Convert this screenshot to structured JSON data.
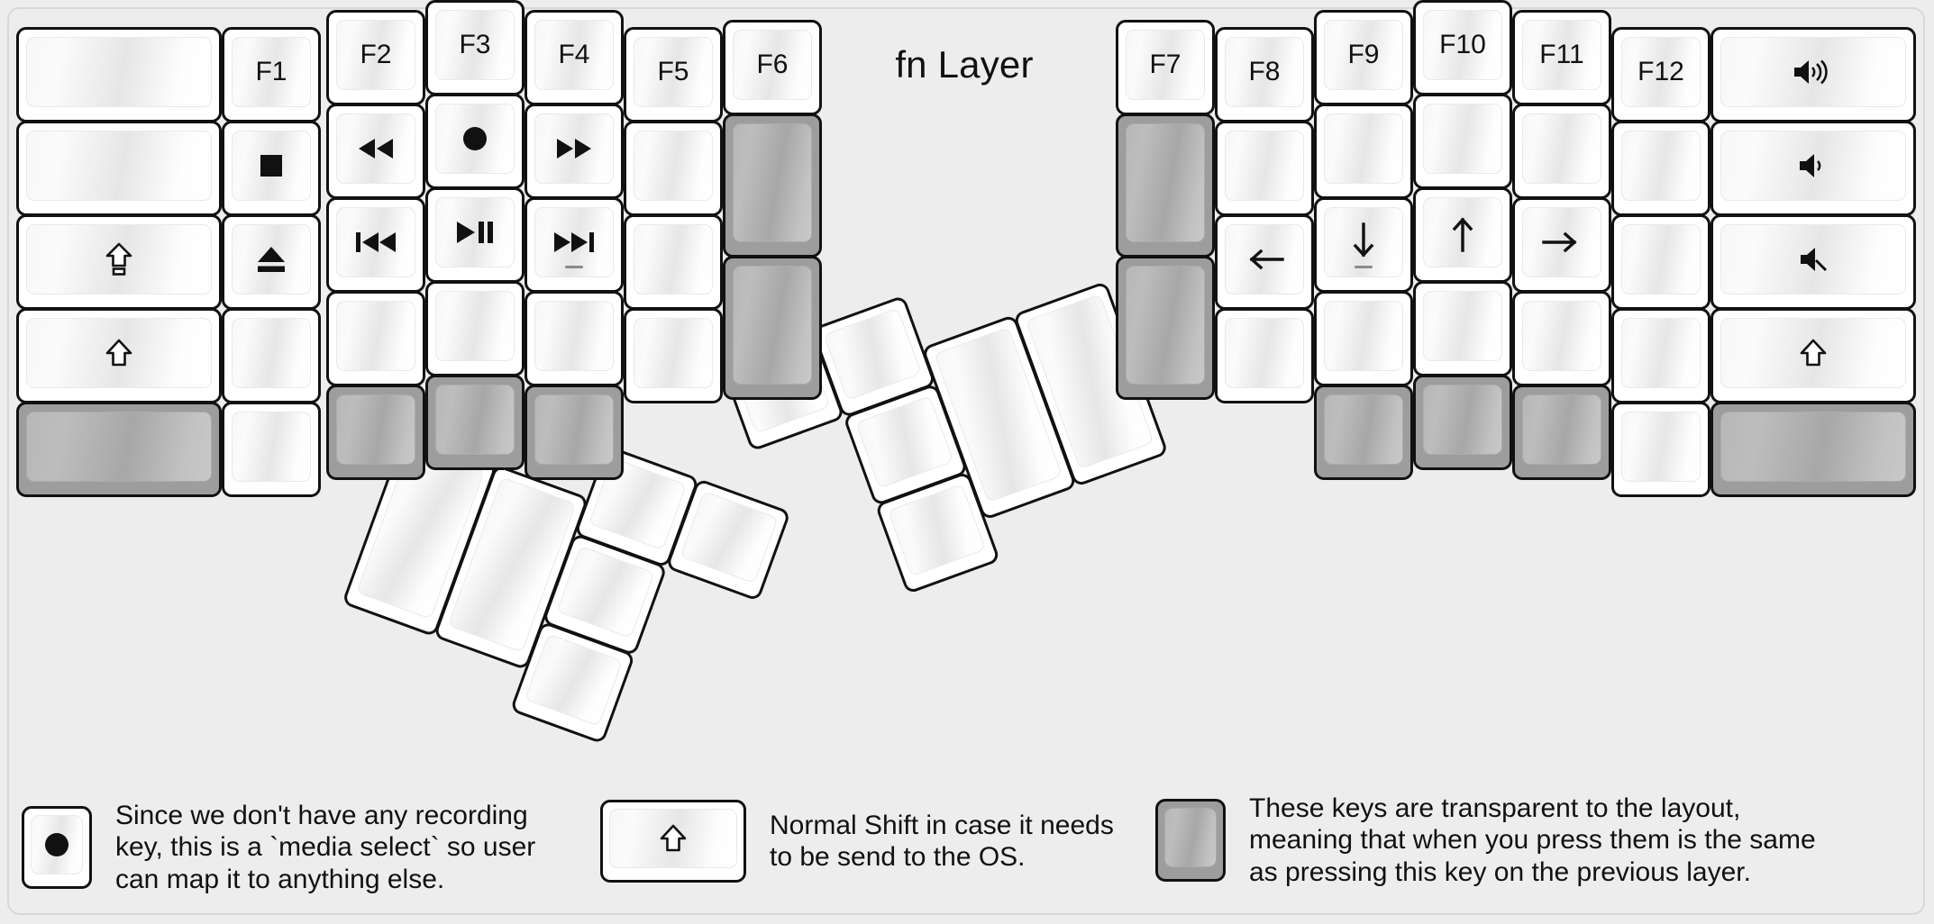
{
  "title": "fn Layer",
  "colors": {
    "background": "#ededed",
    "keycap_white": "#ffffff",
    "keycap_transparent": "#9d9d9d",
    "outline": "#111111",
    "text": "#111111"
  },
  "left_half": {
    "columns": [
      {
        "name": "pinky-outer",
        "keys": [
          {
            "label": "",
            "icon": "",
            "type": "normal"
          },
          {
            "label": "",
            "icon": "",
            "type": "normal"
          },
          {
            "label": "",
            "icon": "shift-lock-icon",
            "type": "normal"
          },
          {
            "label": "",
            "icon": "shift-icon",
            "type": "normal"
          },
          {
            "label": "",
            "icon": "",
            "type": "transparent"
          }
        ]
      },
      {
        "name": "pinky",
        "keys": [
          {
            "label": "F1",
            "icon": "",
            "type": "normal"
          },
          {
            "label": "",
            "icon": "stop-icon",
            "type": "normal"
          },
          {
            "label": "",
            "icon": "eject-icon",
            "type": "normal"
          },
          {
            "label": "",
            "icon": "",
            "type": "normal"
          },
          {
            "label": "",
            "icon": "",
            "type": "normal"
          }
        ]
      },
      {
        "name": "ring",
        "keys": [
          {
            "label": "F2",
            "icon": "",
            "type": "normal"
          },
          {
            "label": "",
            "icon": "rewind-icon",
            "type": "normal"
          },
          {
            "label": "",
            "icon": "previous-track-icon",
            "type": "normal"
          },
          {
            "label": "",
            "icon": "",
            "type": "normal"
          },
          {
            "label": "",
            "icon": "",
            "type": "transparent"
          }
        ]
      },
      {
        "name": "middle",
        "keys": [
          {
            "label": "F3",
            "icon": "",
            "type": "normal"
          },
          {
            "label": "",
            "icon": "record-icon",
            "type": "normal"
          },
          {
            "label": "",
            "icon": "play-pause-icon",
            "type": "normal"
          },
          {
            "label": "",
            "icon": "",
            "type": "normal"
          },
          {
            "label": "",
            "icon": "",
            "type": "transparent"
          }
        ]
      },
      {
        "name": "index",
        "keys": [
          {
            "label": "F4",
            "icon": "",
            "type": "normal"
          },
          {
            "label": "",
            "icon": "fast-forward-icon",
            "type": "normal"
          },
          {
            "label": "",
            "icon": "next-track-icon",
            "type": "normal",
            "homing": true
          },
          {
            "label": "",
            "icon": "",
            "type": "normal"
          },
          {
            "label": "",
            "icon": "",
            "type": "transparent"
          }
        ]
      },
      {
        "name": "index-inner",
        "keys": [
          {
            "label": "F5",
            "icon": "",
            "type": "normal"
          },
          {
            "label": "",
            "icon": "",
            "type": "normal"
          },
          {
            "label": "",
            "icon": "",
            "type": "normal"
          },
          {
            "label": "",
            "icon": "",
            "type": "normal"
          }
        ]
      },
      {
        "name": "inner-extra",
        "keys": [
          {
            "label": "F6",
            "icon": "",
            "type": "normal"
          },
          {
            "label": "",
            "icon": "",
            "type": "transparent",
            "tall": true
          },
          {
            "label": "",
            "icon": "",
            "type": "transparent",
            "tall": true
          }
        ]
      }
    ],
    "thumb_cluster": [
      {
        "label": "",
        "icon": "",
        "type": "normal",
        "shape": "2u"
      },
      {
        "label": "",
        "icon": "",
        "type": "normal",
        "shape": "2u"
      },
      {
        "label": "",
        "icon": "",
        "type": "normal",
        "shape": "1u"
      },
      {
        "label": "",
        "icon": "",
        "type": "normal",
        "shape": "1u"
      },
      {
        "label": "",
        "icon": "",
        "type": "normal",
        "shape": "1u"
      },
      {
        "label": "",
        "icon": "",
        "type": "normal",
        "shape": "1u"
      }
    ]
  },
  "right_half": {
    "columns": [
      {
        "name": "inner-extra",
        "keys": [
          {
            "label": "F7",
            "icon": "",
            "type": "normal"
          },
          {
            "label": "",
            "icon": "",
            "type": "transparent",
            "tall": true
          },
          {
            "label": "",
            "icon": "",
            "type": "transparent",
            "tall": true
          }
        ]
      },
      {
        "name": "index-inner",
        "keys": [
          {
            "label": "F8",
            "icon": "",
            "type": "normal"
          },
          {
            "label": "",
            "icon": "",
            "type": "normal"
          },
          {
            "label": "",
            "icon": "arrow-left-icon",
            "type": "normal"
          },
          {
            "label": "",
            "icon": "",
            "type": "normal"
          }
        ]
      },
      {
        "name": "index",
        "keys": [
          {
            "label": "F9",
            "icon": "",
            "type": "normal"
          },
          {
            "label": "",
            "icon": "",
            "type": "normal"
          },
          {
            "label": "",
            "icon": "arrow-down-icon",
            "type": "normal",
            "homing": true
          },
          {
            "label": "",
            "icon": "",
            "type": "normal"
          },
          {
            "label": "",
            "icon": "",
            "type": "transparent"
          }
        ]
      },
      {
        "name": "middle",
        "keys": [
          {
            "label": "F10",
            "icon": "",
            "type": "normal"
          },
          {
            "label": "",
            "icon": "",
            "type": "normal"
          },
          {
            "label": "",
            "icon": "arrow-up-icon",
            "type": "normal"
          },
          {
            "label": "",
            "icon": "",
            "type": "normal"
          },
          {
            "label": "",
            "icon": "",
            "type": "transparent"
          }
        ]
      },
      {
        "name": "ring",
        "keys": [
          {
            "label": "F11",
            "icon": "",
            "type": "normal"
          },
          {
            "label": "",
            "icon": "",
            "type": "normal"
          },
          {
            "label": "",
            "icon": "arrow-right-icon",
            "type": "normal"
          },
          {
            "label": "",
            "icon": "",
            "type": "normal"
          },
          {
            "label": "",
            "icon": "",
            "type": "transparent"
          }
        ]
      },
      {
        "name": "pinky",
        "keys": [
          {
            "label": "F12",
            "icon": "",
            "type": "normal"
          },
          {
            "label": "",
            "icon": "",
            "type": "normal"
          },
          {
            "label": "",
            "icon": "",
            "type": "normal"
          },
          {
            "label": "",
            "icon": "",
            "type": "normal"
          },
          {
            "label": "",
            "icon": "",
            "type": "normal"
          }
        ]
      },
      {
        "name": "pinky-outer",
        "keys": [
          {
            "label": "",
            "icon": "volume-up-icon",
            "type": "normal"
          },
          {
            "label": "",
            "icon": "volume-down-icon",
            "type": "normal"
          },
          {
            "label": "",
            "icon": "volume-mute-icon",
            "type": "normal"
          },
          {
            "label": "",
            "icon": "shift-icon",
            "type": "normal"
          },
          {
            "label": "",
            "icon": "",
            "type": "transparent"
          }
        ]
      }
    ],
    "thumb_cluster": [
      {
        "label": "",
        "icon": "",
        "type": "normal",
        "shape": "1u"
      },
      {
        "label": "",
        "icon": "",
        "type": "normal",
        "shape": "1u"
      },
      {
        "label": "",
        "icon": "",
        "type": "normal",
        "shape": "1u"
      },
      {
        "label": "",
        "icon": "",
        "type": "normal",
        "shape": "1u"
      },
      {
        "label": "",
        "icon": "",
        "type": "normal",
        "shape": "2u"
      },
      {
        "label": "",
        "icon": "",
        "type": "normal",
        "shape": "2u"
      }
    ]
  },
  "legend": [
    {
      "key_icon": "record-icon",
      "key_type": "normal",
      "text": "Since we don't have any recording\nkey, this is a `media select` so user\ncan map it to anything else."
    },
    {
      "key_icon": "shift-icon",
      "key_type": "normal",
      "text": "Normal Shift in case it needs\nto be send to the OS."
    },
    {
      "key_icon": "",
      "key_type": "transparent",
      "text": "These keys are transparent to the layout,\nmeaning that when you press them is the same\nas pressing this key on the previous layer."
    }
  ]
}
